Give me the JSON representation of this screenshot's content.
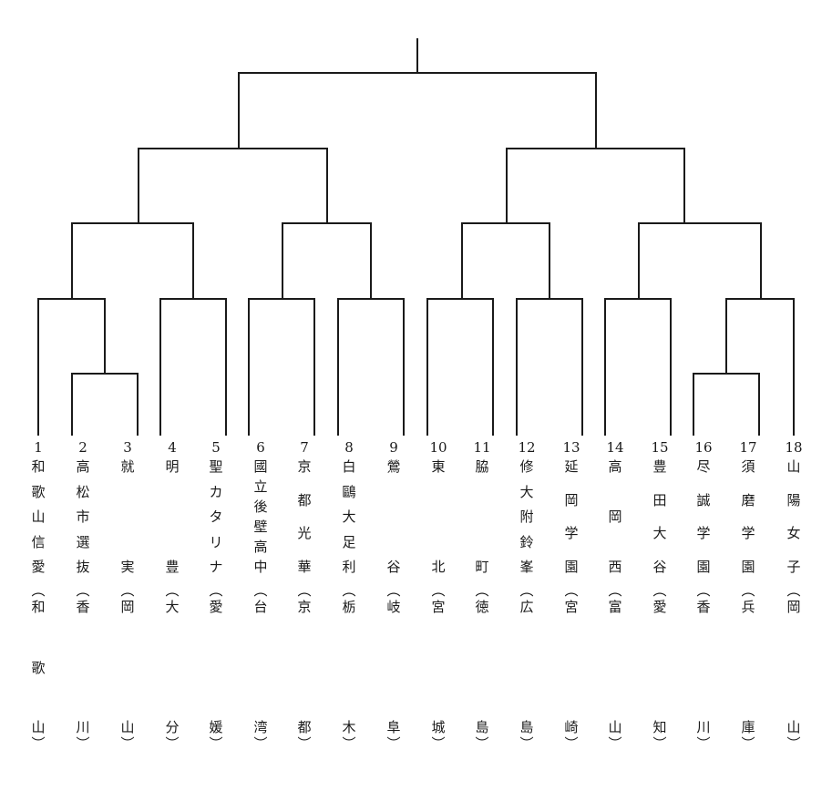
{
  "teams": [
    {
      "num": "1",
      "school": "和歌山信愛",
      "pref": "和歌山"
    },
    {
      "num": "2",
      "school": "高松市選抜",
      "pref": "香川"
    },
    {
      "num": "3",
      "school": "就実",
      "pref": "岡山"
    },
    {
      "num": "4",
      "school": "明豊",
      "pref": "大分"
    },
    {
      "num": "5",
      "school": "聖カタリナ",
      "pref": "愛媛"
    },
    {
      "num": "6",
      "school": "國立後壁高中",
      "pref": "台湾"
    },
    {
      "num": "7",
      "school": "京都光華",
      "pref": "京都"
    },
    {
      "num": "8",
      "school": "白鷗大足利",
      "pref": "栃木"
    },
    {
      "num": "9",
      "school": "鶯谷",
      "pref": "岐阜"
    },
    {
      "num": "10",
      "school": "東北",
      "pref": "宮城"
    },
    {
      "num": "11",
      "school": "脇町",
      "pref": "徳島"
    },
    {
      "num": "12",
      "school": "修大附鈴峯",
      "pref": "広島"
    },
    {
      "num": "13",
      "school": "延岡学園",
      "pref": "宮崎"
    },
    {
      "num": "14",
      "school": "高岡西",
      "pref": "富山"
    },
    {
      "num": "15",
      "school": "豊田大谷",
      "pref": "愛知"
    },
    {
      "num": "16",
      "school": "尽誠学園",
      "pref": "香川"
    },
    {
      "num": "17",
      "school": "須磨学園",
      "pref": "兵庫"
    },
    {
      "num": "18",
      "school": "山陽女子",
      "pref": "岡山"
    }
  ],
  "bracket_color": "#1a1a1a"
}
